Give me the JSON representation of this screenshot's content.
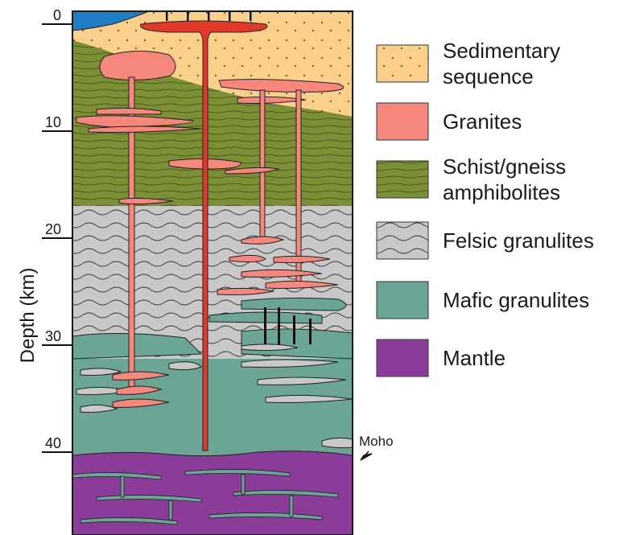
{
  "axis": {
    "label": "Depth (km)",
    "ticks": [
      "0",
      "10",
      "20",
      "30",
      "40"
    ]
  },
  "annotations": {
    "moho": "Moho"
  },
  "legend": [
    {
      "id": "sedimentary",
      "lines": [
        "Sedimentary",
        "sequence"
      ],
      "color": "#fbd08a"
    },
    {
      "id": "granites",
      "lines": [
        "Granites"
      ],
      "color": "#f5877c"
    },
    {
      "id": "schist",
      "lines": [
        "Schist/gneiss",
        "amphibolites"
      ],
      "color": "#7b8f34"
    },
    {
      "id": "felsic",
      "lines": [
        "Felsic granulites"
      ],
      "color": "#c8c8c8"
    },
    {
      "id": "mafic",
      "lines": [
        "Mafic granulites"
      ],
      "color": "#6aa596"
    },
    {
      "id": "mantle",
      "lines": [
        "Mantle"
      ],
      "color": "#8a3c98"
    }
  ],
  "colors": {
    "sediment": "#fbd08a",
    "granite": "#f5877c",
    "schist": "#7b8f34",
    "felsic": "#c8c8c8",
    "mafic": "#6aa596",
    "mantle": "#8a3c98",
    "conduit": "#e23a2a",
    "water": "#1e7ec8"
  }
}
